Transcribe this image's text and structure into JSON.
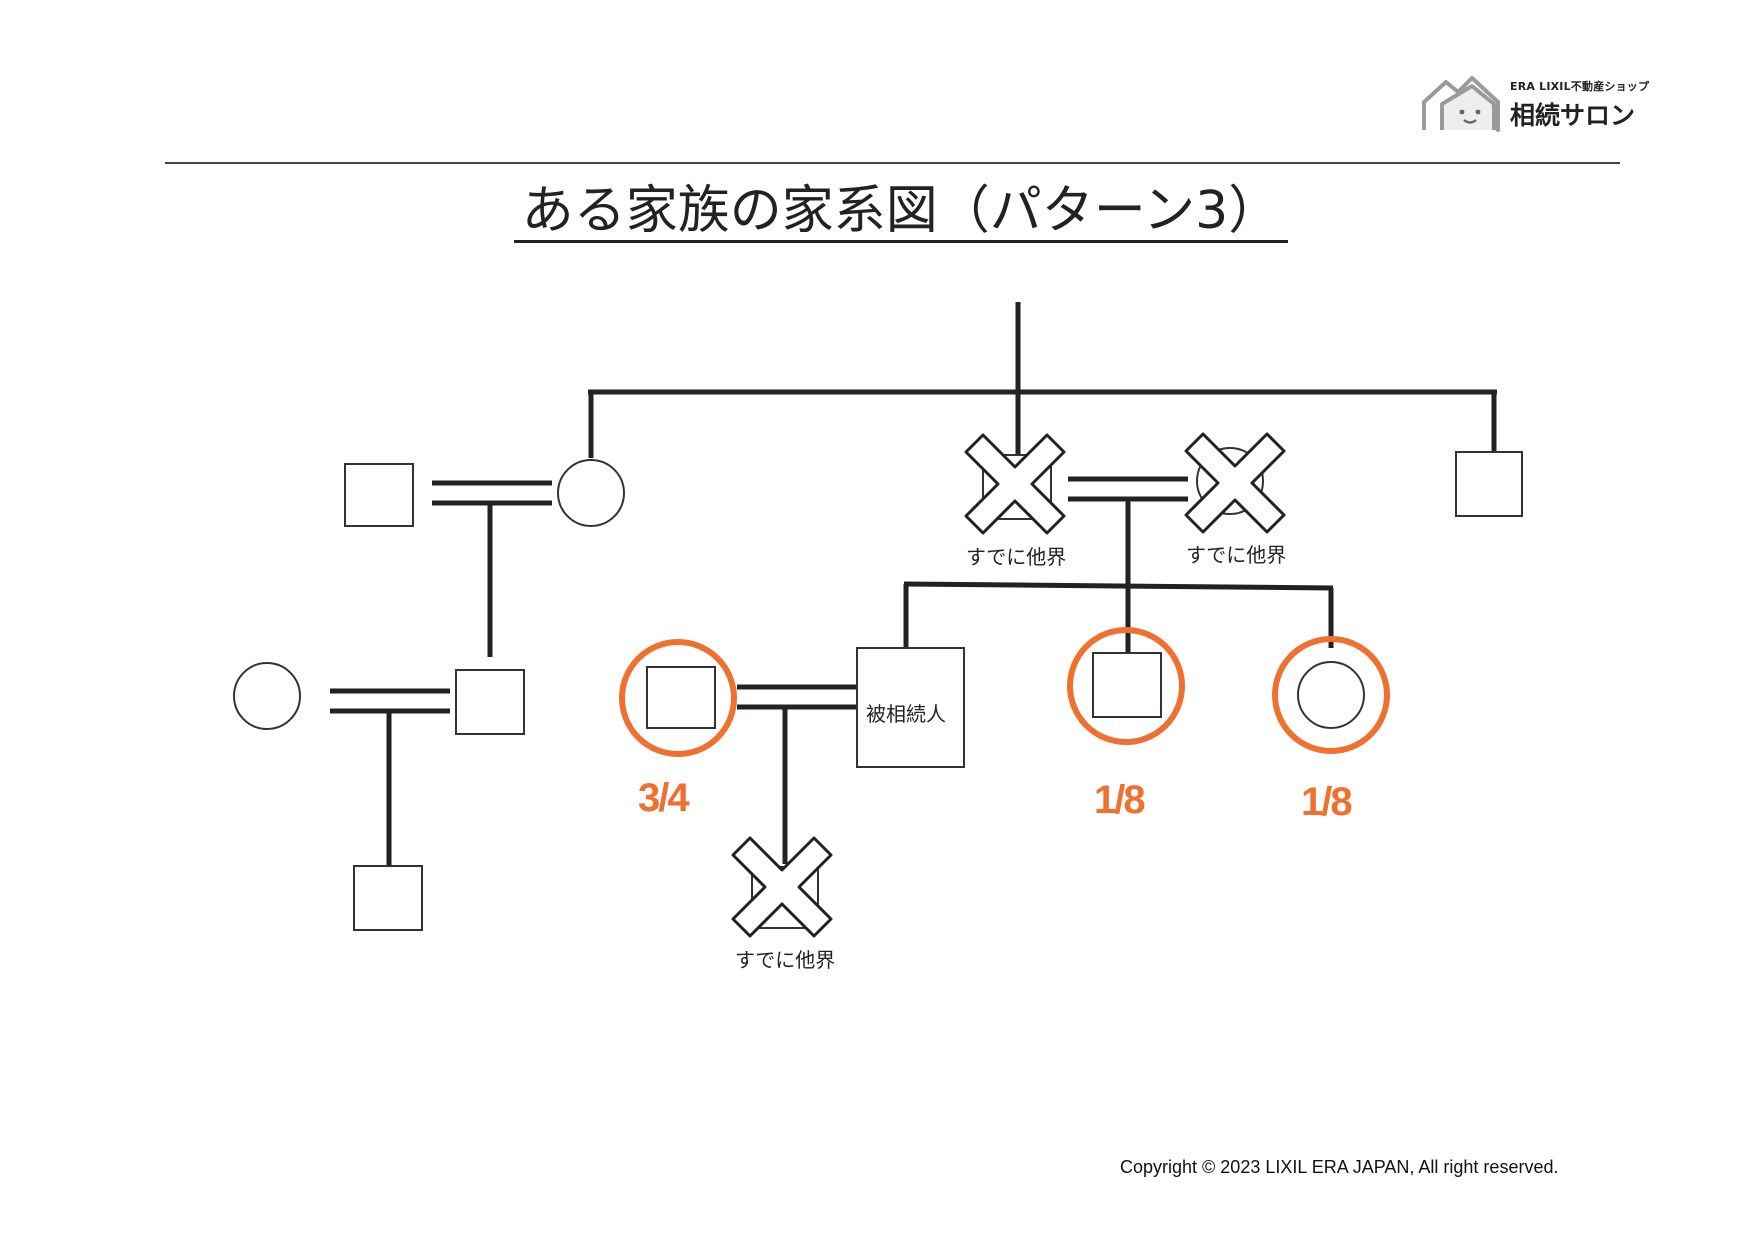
{
  "logo": {
    "subtitle": "ERA LIXIL不動産ショップ",
    "name": "相続サロン",
    "icon": "house-face-icon"
  },
  "title": "ある家族の家系図（パターン3）",
  "labels": {
    "deceased_grandfather": "すでに他界",
    "deceased_grandmother": "すでに他界",
    "deceased_child": "すでに他界",
    "decedent": "被相続人"
  },
  "shares": {
    "spouse": "3/4",
    "sibling_1": "1/8",
    "sibling_2": "1/8"
  },
  "colors": {
    "line": "#222222",
    "heir_ring": "#f07030",
    "share_text": "#f07030",
    "logo_gray": "#9a9a9a"
  },
  "copyright": "Copyright © 2023 LIXIL ERA JAPAN, All right reserved."
}
